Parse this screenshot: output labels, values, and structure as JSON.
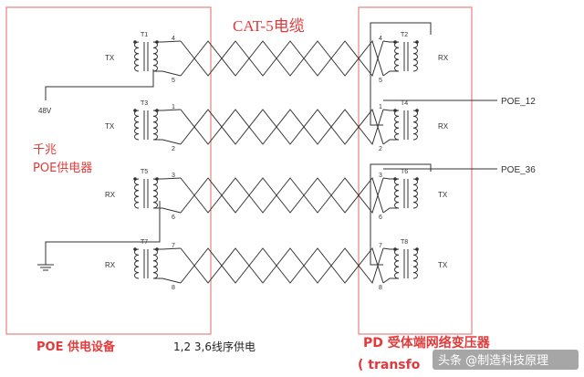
{
  "title": "CAT-5电缆",
  "left_label_line1": "千兆",
  "left_label_line2": "POE供电器",
  "voltage_label": "48V",
  "right_signals": [
    "POE_12",
    "POE_36"
  ],
  "bottom_left_red": "POE 供电设备",
  "bottom_left_black": "1,2  3,6线序供电",
  "bottom_right_red_line1": "PD  受体端网络变压器",
  "bottom_right_red_line2": "( transfo",
  "watermark": "头条 @制造科技原理",
  "left_transformers": [
    {
      "name": "T1",
      "side": "TX",
      "pins": [
        "4",
        "5"
      ]
    },
    {
      "name": "T3",
      "side": "TX",
      "pins": [
        "1",
        "2"
      ]
    },
    {
      "name": "T5",
      "side": "RX",
      "pins": [
        "3",
        "6"
      ]
    },
    {
      "name": "T7",
      "side": "RX",
      "pins": [
        "7",
        "8"
      ]
    }
  ],
  "right_transformers": [
    {
      "name": "T2",
      "side": "RX",
      "pins": [
        "4",
        "5"
      ]
    },
    {
      "name": "T4",
      "side": "RX",
      "pins": [
        "1",
        "2"
      ]
    },
    {
      "name": "T6",
      "side": "TX",
      "pins": [
        "3",
        "6"
      ]
    },
    {
      "name": "T8",
      "side": "TX",
      "pins": [
        "7",
        "8"
      ]
    }
  ],
  "colors": {
    "box": "#e06a6a",
    "wire": "#333333",
    "red_text": "#e23a3a"
  }
}
